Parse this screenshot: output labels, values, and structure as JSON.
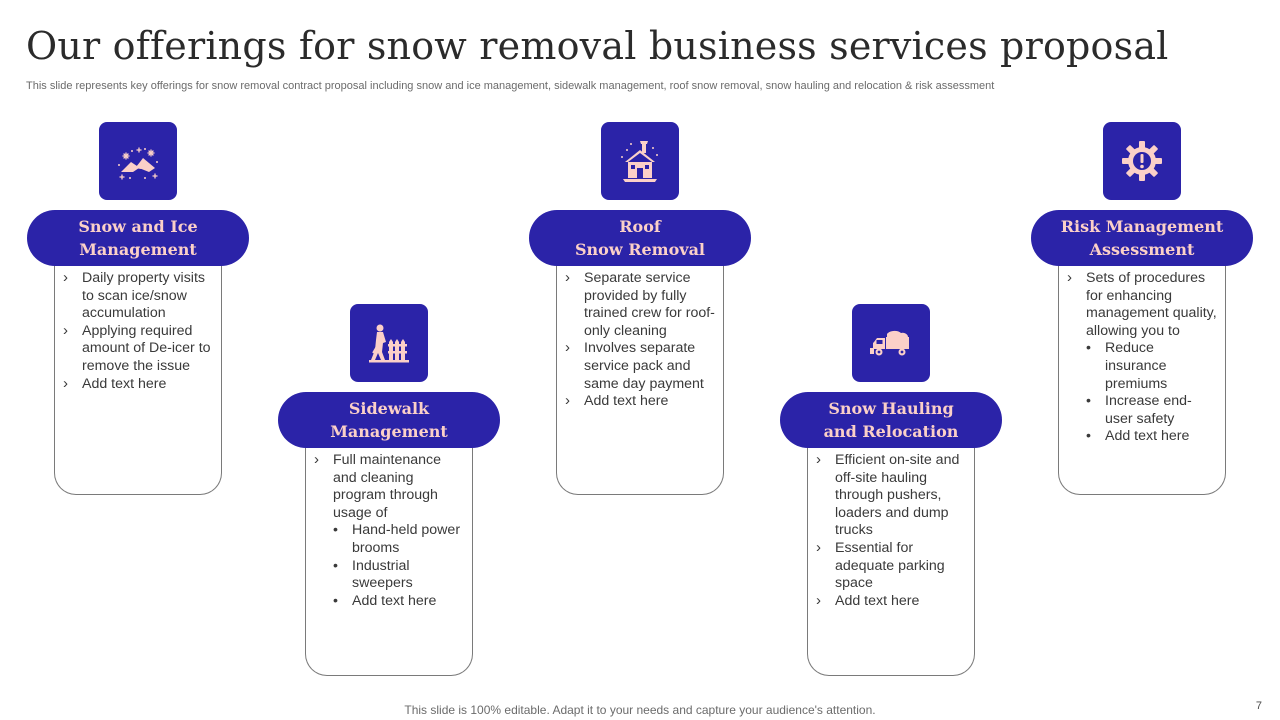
{
  "slide": {
    "title": "Our offerings for snow removal business services proposal",
    "subtitle": "This slide represents key offerings for snow removal contract proposal including snow and ice management, sidewalk management, roof snow removal, snow hauling and relocation & risk assessment",
    "footer": "This slide is 100% editable. Adapt it to your needs and capture your audience's attention.",
    "page_number": "7"
  },
  "colors": {
    "accent": "#2b23a8",
    "pill_text": "#fbd0c8",
    "icon_fill": "#fbd0c8"
  },
  "offerings": [
    {
      "icon": "snowflakes-roof-icon",
      "title": "Snow and Ice\nManagement",
      "items": [
        {
          "text": "Daily property visits to scan ice/snow accumulation"
        },
        {
          "text": "Applying required amount of De-icer to remove the issue"
        },
        {
          "text": "Add text here"
        }
      ]
    },
    {
      "icon": "person-shoveling-fence-icon",
      "title": "Sidewalk\nManagement",
      "items": [
        {
          "text": "Full maintenance and cleaning program through usage of",
          "sub": [
            "Hand-held power brooms",
            "Industrial sweepers",
            "Add text here"
          ]
        }
      ]
    },
    {
      "icon": "snowy-house-icon",
      "title": "Roof\nSnow Removal",
      "items": [
        {
          "text": "Separate service provided by fully trained crew for roof-only cleaning"
        },
        {
          "text": "Involves separate service pack and same day payment"
        },
        {
          "text": "Add text here"
        }
      ]
    },
    {
      "icon": "snow-truck-icon",
      "title": "Snow Hauling\nand Relocation",
      "items": [
        {
          "text": "Efficient on-site and off-site hauling through pushers, loaders and dump trucks"
        },
        {
          "text": "Essential for adequate parking space"
        },
        {
          "text": "Add text here"
        }
      ]
    },
    {
      "icon": "warning-gear-icon",
      "title": "Risk Management\nAssessment",
      "items": [
        {
          "text": "Sets of procedures for enhancing management quality, allowing you to",
          "sub": [
            "Reduce insurance premiums",
            "Increase end-user safety",
            "Add text here"
          ]
        }
      ]
    }
  ]
}
